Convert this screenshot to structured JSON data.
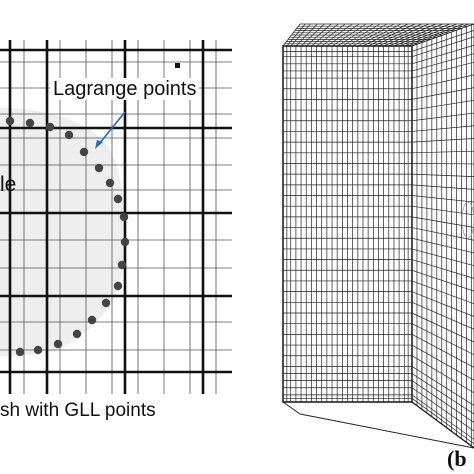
{
  "panel_a": {
    "lagrange_label": "Lagrange points",
    "particle_label_fragment": "le",
    "mesh_label_fragment": "sh with GLL points",
    "lagrange_point_color": "#444444",
    "particle_fill": "#eeeeee",
    "arrow_color": "#1e6fb8"
  },
  "panel_b": {
    "label_fragment": "(b",
    "mesh_line_color": "#222222"
  }
}
